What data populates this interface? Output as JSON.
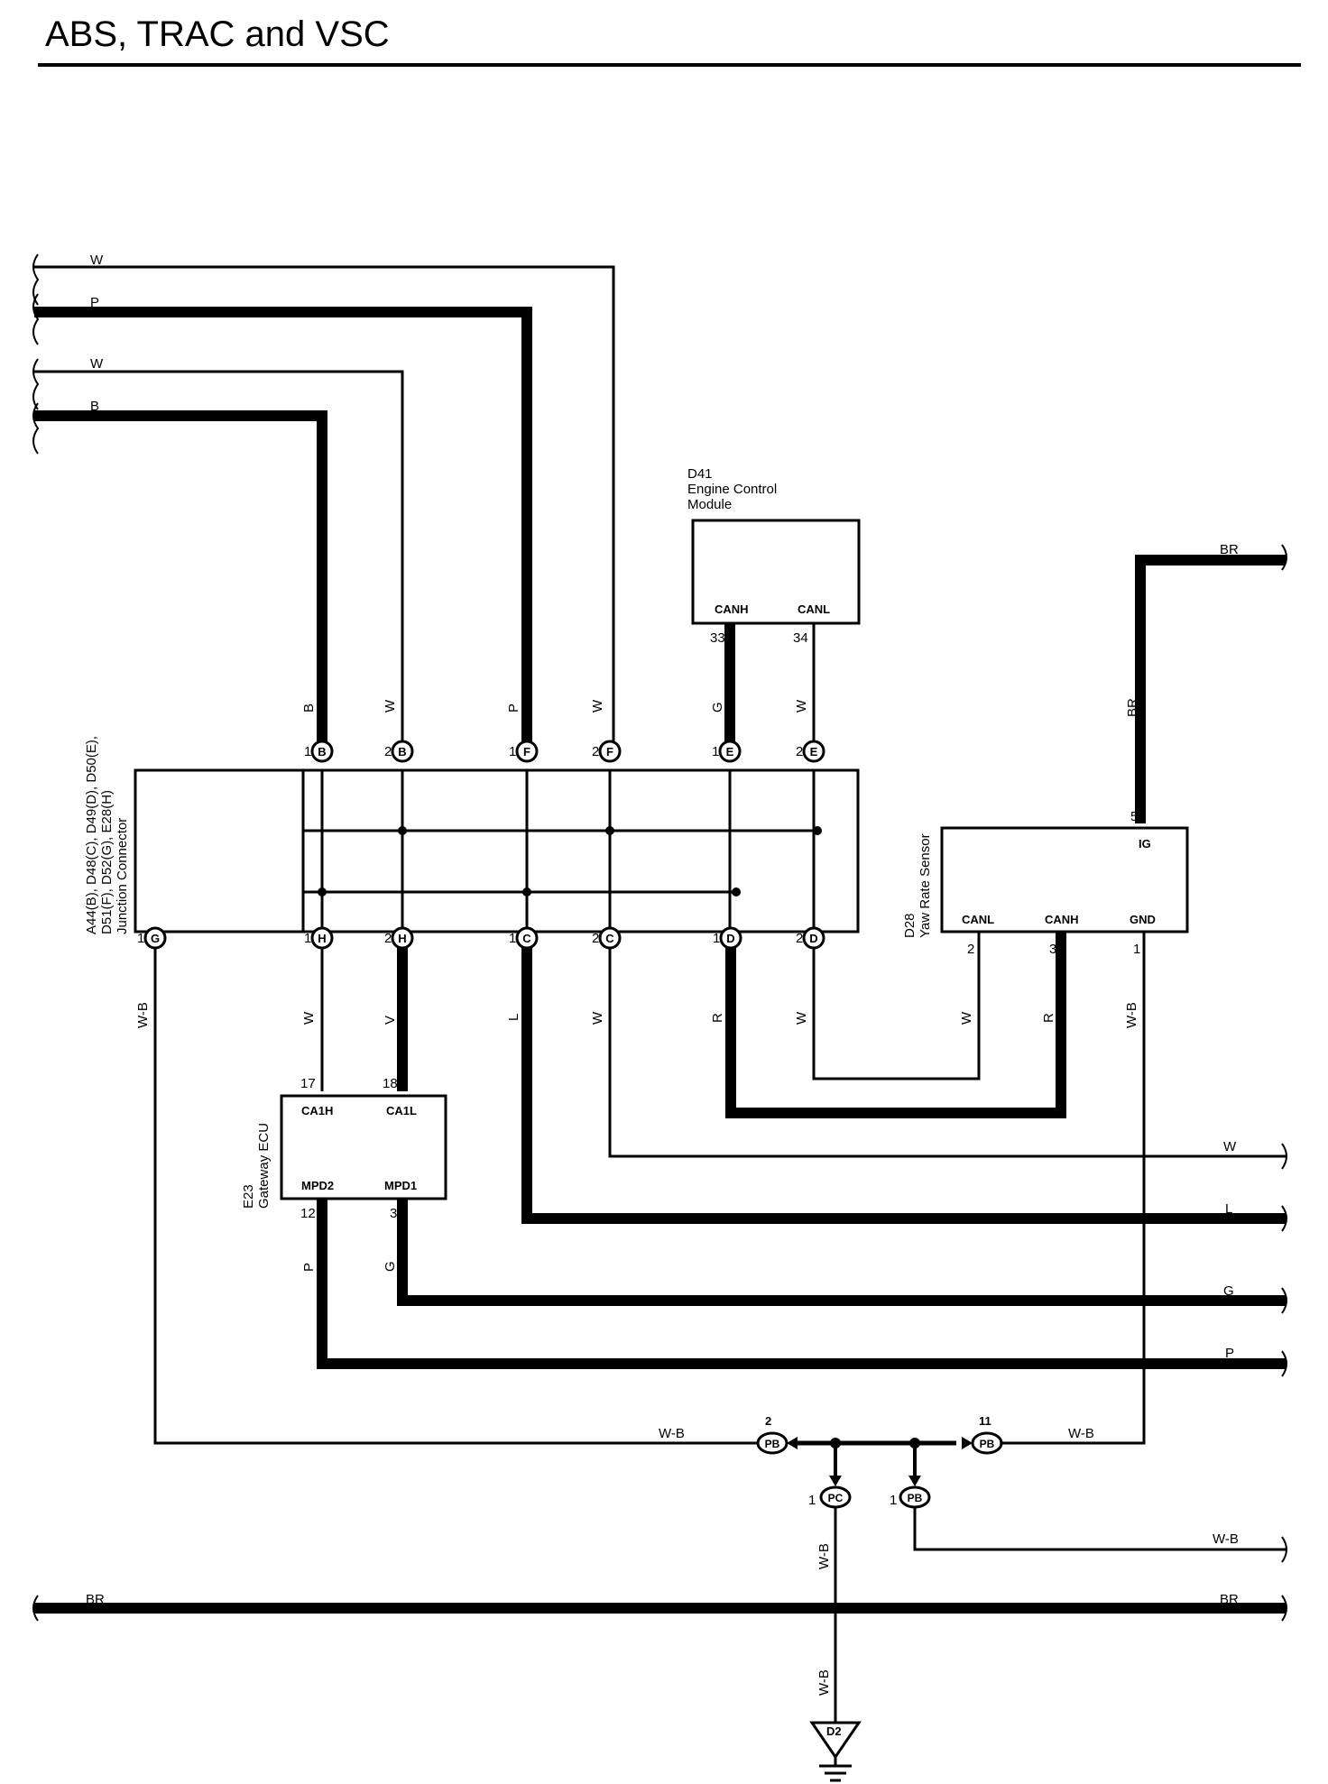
{
  "title": "ABS, TRAC and VSC",
  "components": {
    "ecm": {
      "id": "D41",
      "name1": "Engine Control",
      "name2": "Module",
      "canh": "CANH",
      "canl": "CANL",
      "pin_canh": "33",
      "pin_canl": "34"
    },
    "junction": {
      "line1": "A44(B), D48(C), D49(D), D50(E),",
      "line2": "D51(F), D52(G), E28(H)",
      "line3": "Junction Connector"
    },
    "yaw": {
      "id": "D28",
      "name": "Yaw Rate Sensor",
      "ig": "IG",
      "canl": "CANL",
      "canh": "CANH",
      "gnd": "GND",
      "pin_ig": "5",
      "pin_canl": "2",
      "pin_canh": "3",
      "pin_gnd": "1"
    },
    "gateway": {
      "id": "E23",
      "name": "Gateway ECU",
      "ca1h": "CA1H",
      "ca1l": "CA1L",
      "mpd2": "MPD2",
      "mpd1": "MPD1",
      "pin_ca1h": "17",
      "pin_ca1l": "18",
      "pin_mpd2": "12",
      "pin_mpd1": "3"
    },
    "ground": {
      "id": "D2"
    }
  },
  "junction_pins_top": [
    {
      "num": "1",
      "letter": "B",
      "wire": "B"
    },
    {
      "num": "2",
      "letter": "B",
      "wire": "W"
    },
    {
      "num": "1",
      "letter": "F",
      "wire": "P"
    },
    {
      "num": "2",
      "letter": "F",
      "wire": "W"
    },
    {
      "num": "1",
      "letter": "E",
      "wire": "G"
    },
    {
      "num": "2",
      "letter": "E",
      "wire": "W"
    }
  ],
  "junction_pins_bottom": [
    {
      "num": "1",
      "letter": "G",
      "wire": "W-B"
    },
    {
      "num": "1",
      "letter": "H",
      "wire": "W"
    },
    {
      "num": "2",
      "letter": "H",
      "wire": "V"
    },
    {
      "num": "1",
      "letter": "C",
      "wire": "L"
    },
    {
      "num": "2",
      "letter": "C",
      "wire": "W"
    },
    {
      "num": "1",
      "letter": "D",
      "wire": "R"
    },
    {
      "num": "2",
      "letter": "D",
      "wire": "W"
    }
  ],
  "left_wires": [
    "W",
    "P",
    "W",
    "B"
  ],
  "right_wires": [
    "BR",
    "W",
    "L",
    "G",
    "P",
    "W-B",
    "BR"
  ],
  "bottom_left_wire": "BR",
  "yaw_wires": {
    "ig": "BR",
    "canl": "W",
    "canh": "R",
    "gnd": "W-B"
  },
  "ecm_wires": {
    "canh": "G",
    "canl": "W"
  },
  "gateway_wires": {
    "mpd2": "P",
    "mpd1": "G"
  },
  "ground_connectors": {
    "pb_left": {
      "num": "2",
      "id": "PB",
      "wire": "W-B"
    },
    "pb_right": {
      "num": "11",
      "id": "PB",
      "wire": "W-B"
    },
    "pc": {
      "num": "1",
      "id": "PC"
    },
    "pb_down": {
      "num": "1",
      "id": "PB"
    },
    "pc_wire_upper": "W-B",
    "pc_wire_lower": "W-B"
  }
}
